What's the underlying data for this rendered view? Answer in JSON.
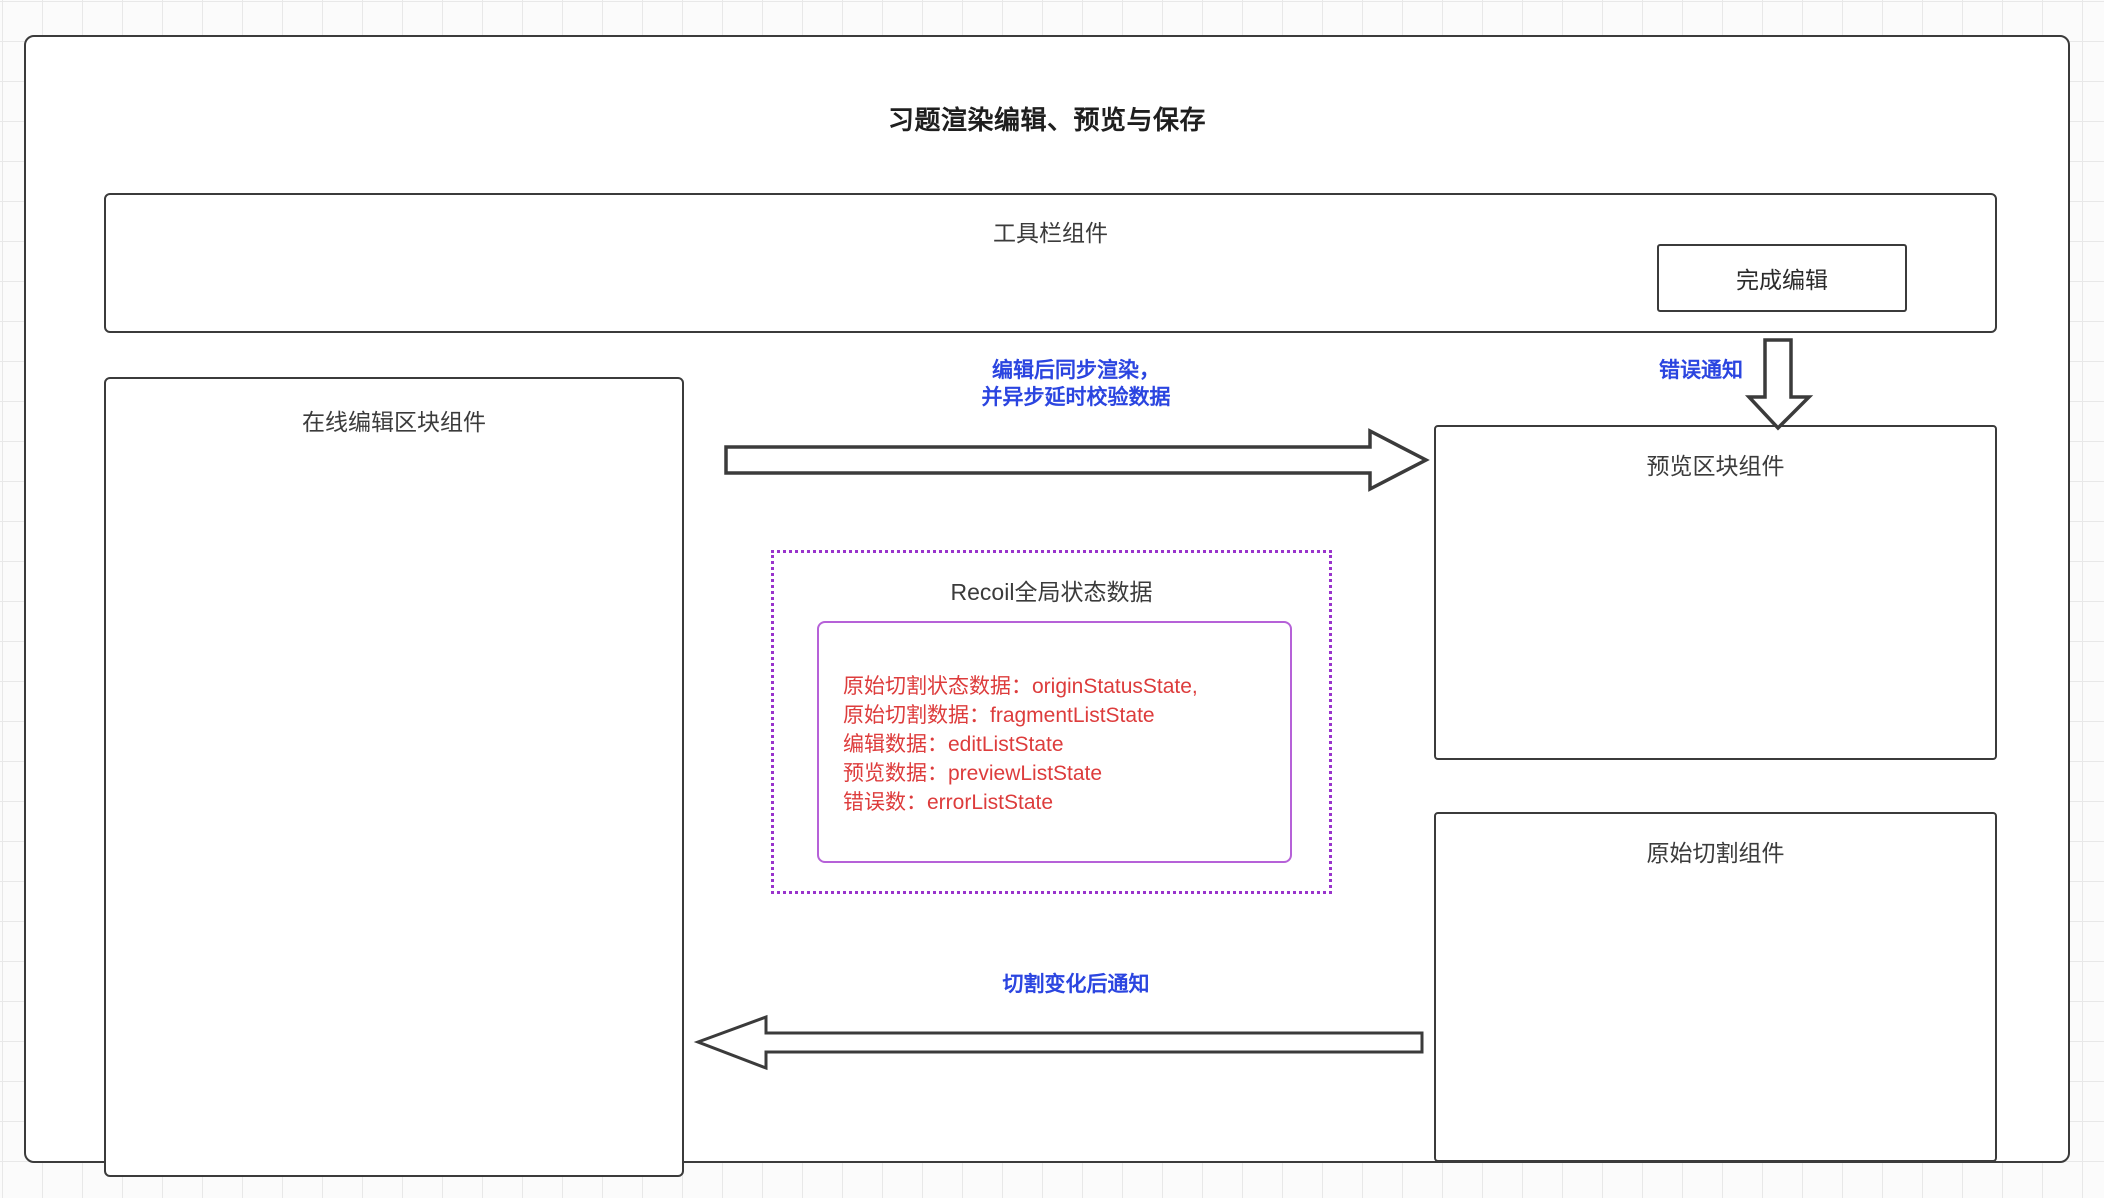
{
  "diagram": {
    "title": "习题渲染编辑、预览与保存",
    "toolbar": {
      "title": "工具栏组件",
      "finish_edit_label": "完成编辑"
    },
    "blocks": {
      "editor": "在线编辑区块组件",
      "preview": "预览区块组件",
      "origin": "原始切割组件"
    },
    "recoil": {
      "title": "Recoil全局状态数据",
      "states": [
        "原始切割状态数据：originStatusState,",
        "原始切割数据：fragmentListState",
        "编辑数据：editListState",
        "预览数据：previewListState",
        "错误数：errorListState"
      ]
    },
    "annotations": {
      "sync_render": "编辑后同步渲染，\n并异步延时校验数据",
      "error_notify": "错误通知",
      "fragment_change": "切割变化后通知"
    },
    "colors": {
      "stroke": "#3b3b3b",
      "annotation": "#2b45e0",
      "state_text": "#dd3c3c",
      "recoil_border": "#9933cc",
      "recoil_inner_border": "#b661d8",
      "grid": "#e8e8e8",
      "canvas": "#fbfbfb"
    }
  }
}
